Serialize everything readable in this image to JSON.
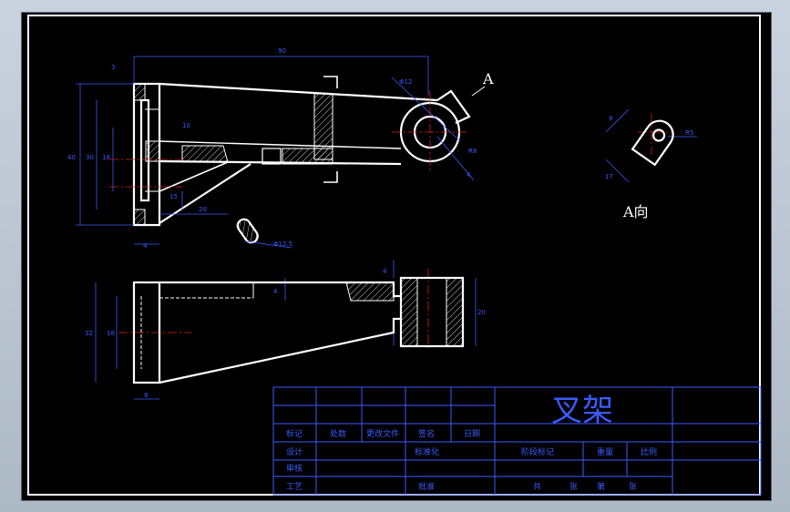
{
  "drawing": {
    "title": "叉架",
    "view_label_A": "A",
    "view_label_A_dir": "A向"
  },
  "dimensions": {
    "top_length": "90",
    "left_small": "3",
    "height_total": "40",
    "h_30": "30",
    "h_18": "18",
    "r10": "10",
    "r15": "15",
    "d20": "20",
    "wall_4": "4",
    "phi12": "Φ12",
    "slot_12_5": "Φ12.5",
    "ang_r8": "R8",
    "a_view_w": "8",
    "a_view_h": "17",
    "a_view_r": "R5",
    "front_32": "32",
    "front_18": "18",
    "front_8": "8",
    "front_4": "4",
    "front_20": "20",
    "front_4b": "4"
  },
  "title_block": {
    "row_labels": [
      "标记",
      "处数",
      "更改文件",
      "签名",
      "日期"
    ],
    "r2": [
      "设计",
      "标准化",
      "阶段标记",
      "重量",
      "比例"
    ],
    "r3": [
      "审核"
    ],
    "r4": [
      "工艺",
      "批准",
      "共",
      "张",
      "第",
      "张"
    ]
  }
}
